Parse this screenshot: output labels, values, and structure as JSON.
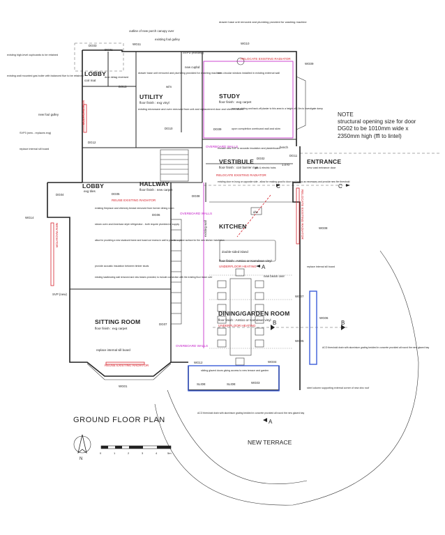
{
  "title": "GROUND FLOOR PLAN",
  "north_label": "N",
  "terrace_label": "NEW TERRACE",
  "note": {
    "heading": "NOTE",
    "lines": [
      "structural opening size for door",
      "DG02 to be 1010mm wide x",
      "2350mm high (ffl to lintel)"
    ]
  },
  "rooms": [
    {
      "name": "LOBBY",
      "finish": "coir mat"
    },
    {
      "name": "UTILITY",
      "finish": "floor finish : exg vinyl"
    },
    {
      "name": "STUDY",
      "finish": "floor finish : exg carpet"
    },
    {
      "name": "VESTIBULE",
      "finish": "floor finish : coir barrier mat"
    },
    {
      "name": "ENTRANCE",
      "finish": "new cast entrance door"
    },
    {
      "name": "LOBBY",
      "finish": "exg tiles"
    },
    {
      "name": "HALLWAY",
      "finish": "floor finish : new carpet"
    },
    {
      "name": "KITCHEN",
      "finish": "floor finish : Amtico or Karndean vinyl"
    },
    {
      "name": "SITTING ROOM",
      "finish": "floor finish : exg carpet"
    },
    {
      "name": "DINING/GARDEN ROOM",
      "finish": "floor finish : Amtico or Karndean vinyl"
    }
  ],
  "heating_labels": {
    "underfloor": "UNDERFLOOR HEATING",
    "overboard": "OVERBOARD WALLS",
    "reuse_radiator": "REUSE EXISTING RADIATOR",
    "new_radiator": "NEW RADIATOR",
    "relocate_radiator": "RELOCATE EXISTING RADIATOR"
  },
  "door_tags": [
    "DG03",
    "WG11",
    "SVP3 (existing)",
    "WG10",
    "WG09",
    "DG13",
    "DG10",
    "DG12",
    "DG09",
    "DG02",
    "DG11",
    "DG04",
    "DG05",
    "DG08",
    "WG14",
    "DG06",
    "WG08",
    "WG07",
    "DG07",
    "WG06",
    "WG05",
    "WG12",
    "WG03",
    "WG04",
    "WG01",
    "DG01"
  ],
  "annotations": {
    "porch": "outline of new porch canopy over",
    "foul_gulley": "existing foul gulley",
    "drawer_base_top": "drawer base unit removed and plumbing provided for washing machine",
    "cupboards": "existing high-level cupboards to be retained",
    "boiler": "existing wall mounted gas boiler with balanced flue to be retained",
    "door_detag": "door detag reversed",
    "drawer_base_util": "drawer base unit removed and plumbing provided for washing machine",
    "new_cupbd": "new cupbd",
    "w_m": "w/m",
    "microwave": "existing microwave and oven removed from unit and replacement door and shelves added",
    "new_window": "new circular window installed in existing external wall",
    "skirting": "remove skirting and back-off plaster to this area to a height of 1.5m to investigate damp",
    "overboard_study": "upon completion overboard wall and skim",
    "new_foul_gulley": "new foul gulley",
    "svp": "SVP3 (new - replaces exg)",
    "sill_util": "replace internal sill board",
    "encase_svp": "encase new SVP in acoustic insulation and plasterboard",
    "bench": "bench",
    "door_rehung": "existing door re-hung on opposite side - allow for making good to door and linings as necessary and provide new fire threshold",
    "gas_hob": "gas & electric hobs",
    "fireplace": "existing fireplace and chimney breast removed from former dining room",
    "steam_oven": "steam oven and American style refrigerator - both require plumbed-in supply",
    "studwork": "allow for providing a new studwork frame and board out recess in wall to provide a plane surface for the new kitchen installation",
    "acoustic": "provide acoustic insulation between timber studs",
    "loadbearing": "existing loadbearing wall removed and new beams provided, to include connection with the existing floor beam over",
    "island": "double-sided island",
    "dw": "d/w",
    "sill_kitchen": "replace internal sill board",
    "beam": "new beam over",
    "svp_new": "SVP (new)",
    "sill_sitting": "replace internal sill board",
    "glazed_doors": "sliding glazed doors giving access to new terrace and garden",
    "slide": "SLIDE",
    "aco_bay": "ACO threshold drain with aluminium grating bedded in concrete provided all round the new glazed bay",
    "aco_right": "ACO threshold drain with aluminium grating bedded in concrete provided all round the new glazed bay",
    "steel_column": "steel column supporting external corner of new zinc roof",
    "existing_wall": "existing wall",
    "rcl": "1.070"
  },
  "section_markers": [
    "A",
    "A",
    "B",
    "B",
    "C",
    "C"
  ],
  "scale_bar_ticks": [
    "0",
    "1",
    "2",
    "3",
    "4",
    "5m"
  ]
}
